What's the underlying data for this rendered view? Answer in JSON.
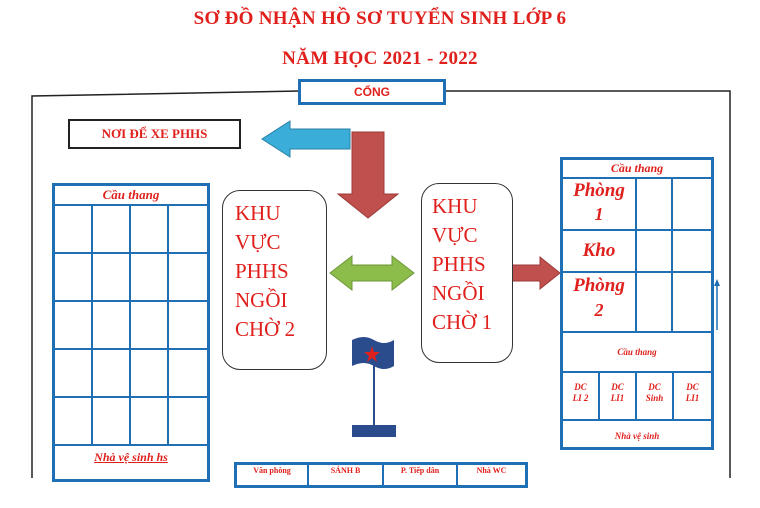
{
  "title_line1": "SƠ ĐỒ NHẬN HỒ SƠ TUYỂN SINH LỚP 6",
  "title_line2": "NĂM HỌC 2021 - 2022",
  "gate_label": "CỔNG",
  "parking_label": "NƠI ĐỂ XE PHHS",
  "left_building": {
    "header": "Cầu thang",
    "footer": "Nhà vệ sinh hs"
  },
  "waiting_area_2": [
    "KHU",
    "VỰC",
    "PHHS",
    "NGỒI",
    "CHỜ 2"
  ],
  "waiting_area_1": [
    "KHU",
    "VỰC",
    "PHHS",
    "NGỒI",
    "CHỜ 1"
  ],
  "right_building": {
    "header": "Cầu thang",
    "room1_line1": "Phòng",
    "room1_line2": "1",
    "storage": "Kho",
    "room2_line1": "Phòng",
    "room2_line2": "2",
    "mid_stairs": "Cầu thang",
    "small_rooms": [
      {
        "line1": "DC",
        "line2": "LI 2"
      },
      {
        "line1": "DC",
        "line2": "LI1"
      },
      {
        "line1": "DC",
        "line2": "Sinh"
      },
      {
        "line1": "DC",
        "line2": "LI1"
      }
    ],
    "footer": "Nhà vệ sinh"
  },
  "bottom_rooms": [
    "Văn phòng",
    "SẢNH B",
    "P. Tiếp dân",
    "Nhà WC"
  ],
  "colors": {
    "title": "#e0201c",
    "building_border": "#1e6fb4",
    "arrow_blue": "#3aaed8",
    "arrow_red": "#c0504d",
    "arrow_green": "#8cbc4a",
    "flag": "#2b4c8c"
  }
}
